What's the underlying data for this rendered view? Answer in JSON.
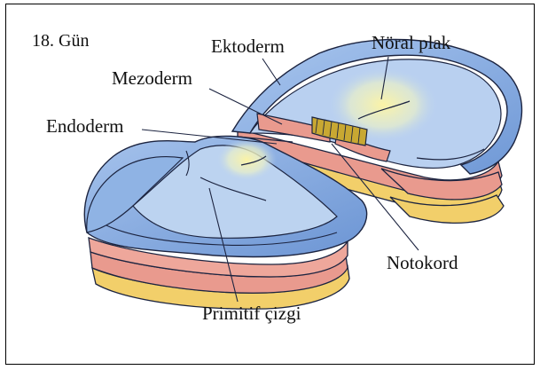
{
  "diagram": {
    "day_label": "18. Gün",
    "labels": {
      "ektoderm": "Ektoderm",
      "noral_plak": "Nöral plak",
      "mezoderm": "Mezoderm",
      "endoderm": "Endoderm",
      "notokord": "Notokord",
      "primitif_cizgi": "Primitif çizgi"
    },
    "colors": {
      "ectoderm": "#7fa6dc",
      "mesoderm": "#e99a8e",
      "endoderm": "#f2cf6a",
      "neural_plate": "#f7ef9e",
      "notochord": "#c8a832",
      "outline": "#1c2440"
    }
  }
}
